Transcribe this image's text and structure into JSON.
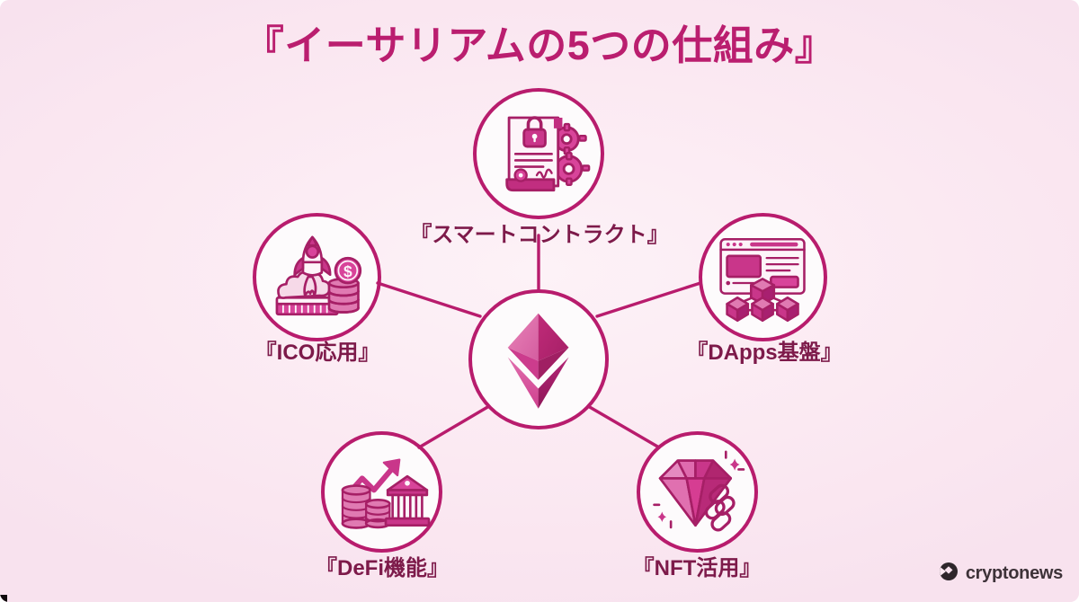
{
  "page": {
    "title": "『イーサリアムの5つの仕組み』",
    "background_color": "#fceaf3",
    "accent_color": "#b81c6d",
    "title_color": "#ba1e6f",
    "label_color": "#7d1a4a"
  },
  "center": {
    "icon": "ethereum-diamond-icon",
    "name": "Ethereum"
  },
  "nodes": [
    {
      "id": "smart-contract",
      "label": "『スマートコントラクト』",
      "icon": "contract-document-lock-gears-icon",
      "position": "top"
    },
    {
      "id": "ico",
      "label": "『ICO応用』",
      "icon": "rocket-launch-coins-icon",
      "position": "upper-left"
    },
    {
      "id": "dapps",
      "label": "『DApps基盤』",
      "icon": "browser-blockchain-cubes-icon",
      "position": "upper-right"
    },
    {
      "id": "defi",
      "label": "『DeFi機能』",
      "icon": "coins-growth-bank-icon",
      "position": "lower-left"
    },
    {
      "id": "nft",
      "label": "『NFT活用』",
      "icon": "diamond-chain-sparkle-icon",
      "position": "lower-right"
    }
  ],
  "brand": {
    "name": "cryptonews",
    "mark": "cryptonews-logo-icon",
    "color": "#3d3238"
  }
}
